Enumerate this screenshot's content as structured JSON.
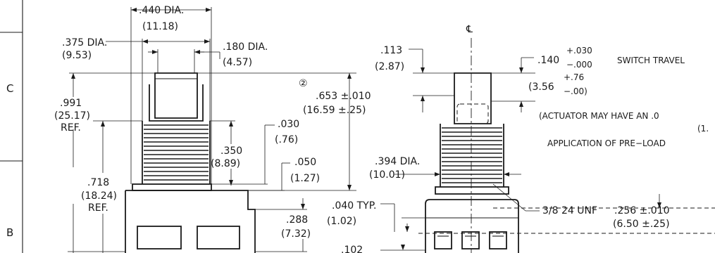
{
  "zones": {
    "upper": "C",
    "lower": "B"
  },
  "left_view": {
    "dia_440": ".440 DIA.",
    "dia_440_mm": "(11.18)",
    "dia_375": ".375 DIA.",
    "dia_375_mm": "(9.53)",
    "dia_180": ".180 DIA.",
    "dia_180_mm": "(4.57)",
    "len_991": ".991",
    "len_991_mm": "(25.17)",
    "ref_1": "REF.",
    "len_718": ".718",
    "len_718_mm": "(18.24)",
    "ref_2": "REF.",
    "len_350": ".350",
    "len_350_mm": "(8.89)",
    "len_030": ".030",
    "len_030_mm": "(.76)",
    "len_050": ".050",
    "len_050_mm": "(1.27)",
    "note_mark": "②",
    "len_653": ".653 ±.010",
    "len_653_mm": "(16.59 ±.25)",
    "len_288": ".288",
    "len_288_mm": "(7.32)"
  },
  "right_view": {
    "centerline_symbol": "℄",
    "len_113": ".113",
    "len_113_mm": "(2.87)",
    "travel_value": ".140",
    "travel_tol_plus": "+.030",
    "travel_tol_minus": "−.000",
    "travel_label": "SWITCH TRAVEL",
    "travel_mm": "(3.56",
    "travel_mm_plus": "+.76",
    "travel_mm_minus": "−.00)",
    "note_line_1": "(ACTUATOR MAY HAVE AN .0",
    "note_line_2": "(1.",
    "note_line_3": "APPLICATION OF PRE−LOAD",
    "dia_394": ".394 DIA.",
    "dia_394_mm": "(10.01)",
    "typ_040": ".040 TYP.",
    "typ_040_mm": "(1.02)",
    "thread_spec": "3/8 24 UNF",
    "len_256": ".256 ±.010",
    "len_256_mm": "(6.50 ±.25)",
    "len_102": ".102"
  }
}
